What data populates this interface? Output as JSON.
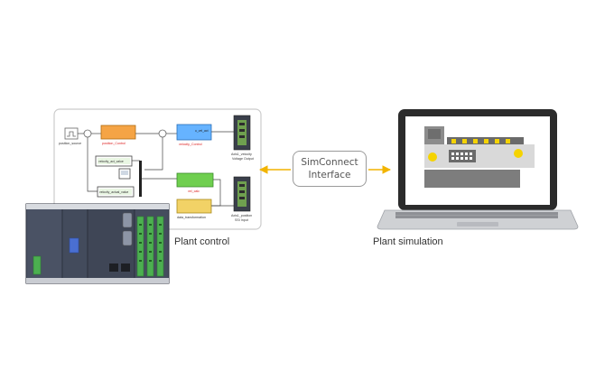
{
  "interface": {
    "line1": "SimConnect",
    "line2": "Interface"
  },
  "labels": {
    "plant_control": "Plant control",
    "plant_simulation": "Plant simulation"
  },
  "blocks": {
    "position_source": "position_source",
    "position_control": "position_Control",
    "velocity_control": "velocity_Control",
    "velocity_act": "u_vel_act",
    "axis1_velocity": "Axis1_velocity",
    "voltage_output": "Voltage Output",
    "velocity_act_value": "velocity_act_value",
    "velocity_actual_value": "velocity_actual_value",
    "vel_calc": "vel_calc",
    "data_transformation": "data_transformation",
    "axis1_position": "Axis1_position",
    "ssi_input": "SSI Input"
  },
  "colors": {
    "arrow": "#f2b400",
    "panel_border": "#cccccc",
    "plc_body": "#3f4656",
    "terminal_green": "#4caf50",
    "block_orange": "#f5a445",
    "block_blue": "#66b3ff",
    "block_green": "#6fcf4f",
    "block_yellow": "#f2d266",
    "laptop_frame": "#2b2b2b",
    "yellow_accent": "#f5d300"
  }
}
